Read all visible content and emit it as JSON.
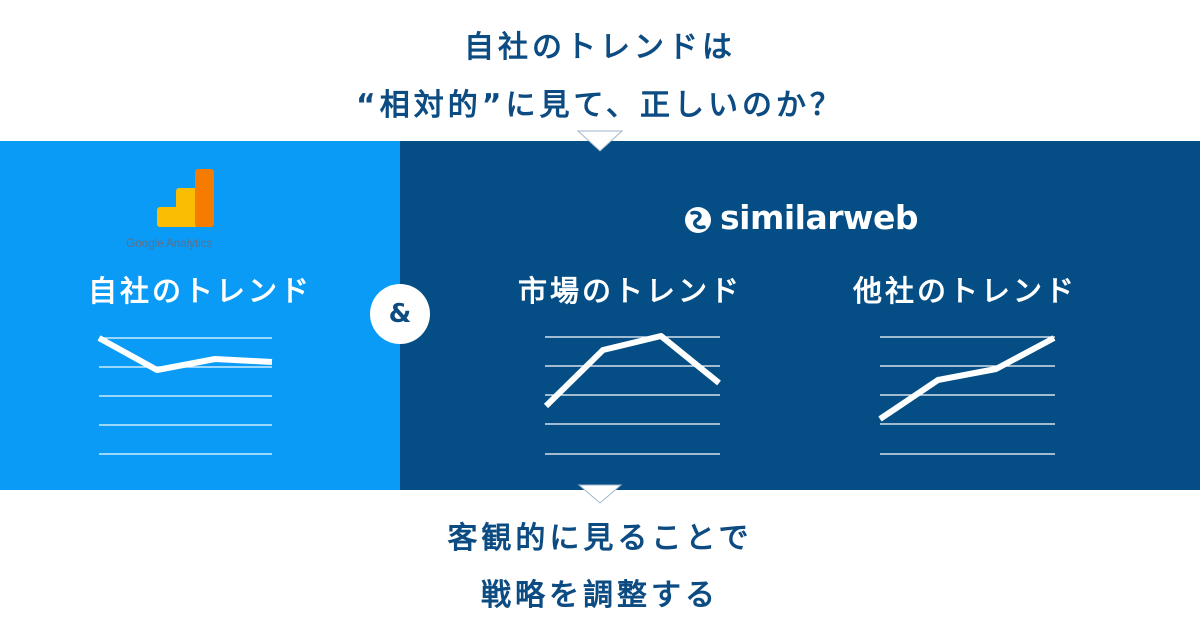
{
  "header": {
    "line1": "自社のトレンドは",
    "line2": "“相対的”に見て、正しいのか？"
  },
  "footer": {
    "line1": "客観的に見ることで",
    "line2": "戦略を調整する"
  },
  "left_panel": {
    "logo_icon": "google-analytics-bars-icon",
    "logo_text": "Google Analytics",
    "title": "自社のトレンド"
  },
  "connector": {
    "label": "&"
  },
  "right_panel": {
    "logo_icon": "similarweb-s-icon",
    "logo_text": "similarweb",
    "market_title": "市場のトレンド",
    "other_title": "他社のトレンド"
  },
  "colors": {
    "text_navy": "#0d4c82",
    "left_band": "#0a9bf6",
    "right_band": "#044e85",
    "ga_yellow": "#fbbc04",
    "ga_orange": "#f57c00"
  },
  "chart_data": [
    {
      "type": "line",
      "title": "自社のトレンド",
      "x": [
        1,
        2,
        3,
        4
      ],
      "values": [
        4.0,
        2.9,
        3.3,
        3.1
      ],
      "ylim": [
        0,
        4
      ],
      "grid": true,
      "gridlines": 5,
      "xlabel": "",
      "ylabel": ""
    },
    {
      "type": "line",
      "title": "市場のトレンド",
      "x": [
        1,
        2,
        3,
        4
      ],
      "values": [
        1.7,
        3.6,
        4.0,
        2.4
      ],
      "ylim": [
        0,
        4
      ],
      "grid": true,
      "gridlines": 5,
      "xlabel": "",
      "ylabel": ""
    },
    {
      "type": "line",
      "title": "他社のトレンド",
      "x": [
        1,
        2,
        3,
        4
      ],
      "values": [
        1.2,
        2.6,
        2.9,
        4.0
      ],
      "ylim": [
        0,
        4
      ],
      "grid": true,
      "gridlines": 5,
      "xlabel": "",
      "ylabel": ""
    }
  ]
}
